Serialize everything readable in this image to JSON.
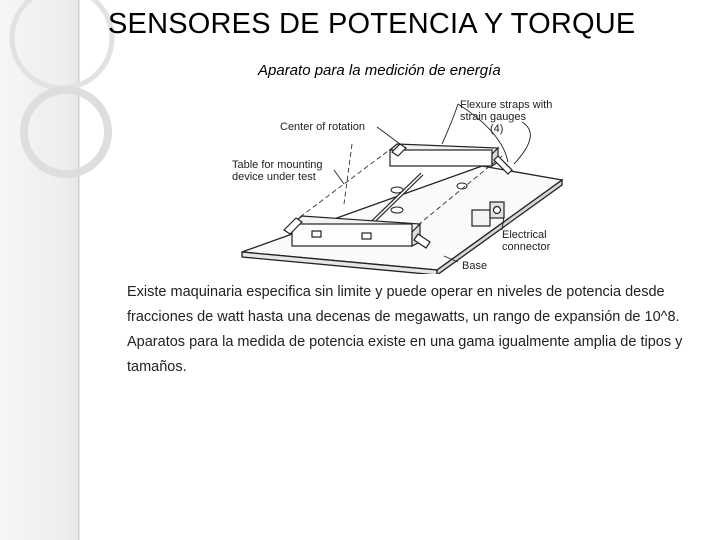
{
  "slide": {
    "title": "SENSORES DE POTENCIA Y TORQUE",
    "subtitle": "Aparato para la medición de energía",
    "paragraphs": [
      "Existe maquinaria especifica sin limite y puede operar en niveles de potencia desde fracciones de watt hasta una decenas de megawatts,  un rango de expansión de 10^8.",
      "Aparatos para la medida de potencia  existe en una gama igualmente amplia de tipos y tamaños."
    ]
  },
  "figure": {
    "labels": {
      "flexure_line1": "Flexure straps with",
      "flexure_line2": "strain gauges",
      "flexure_line3": "(4)",
      "center_rotation": "Center of rotation",
      "table_line1": "Table for mounting",
      "table_line2": "device under test",
      "electrical_line1": "Electrical",
      "electrical_line2": "connector",
      "base": "Base"
    }
  },
  "theme": {
    "background": "#ffffff",
    "band": "#eeeeee",
    "ring": "#dcdcdc"
  }
}
